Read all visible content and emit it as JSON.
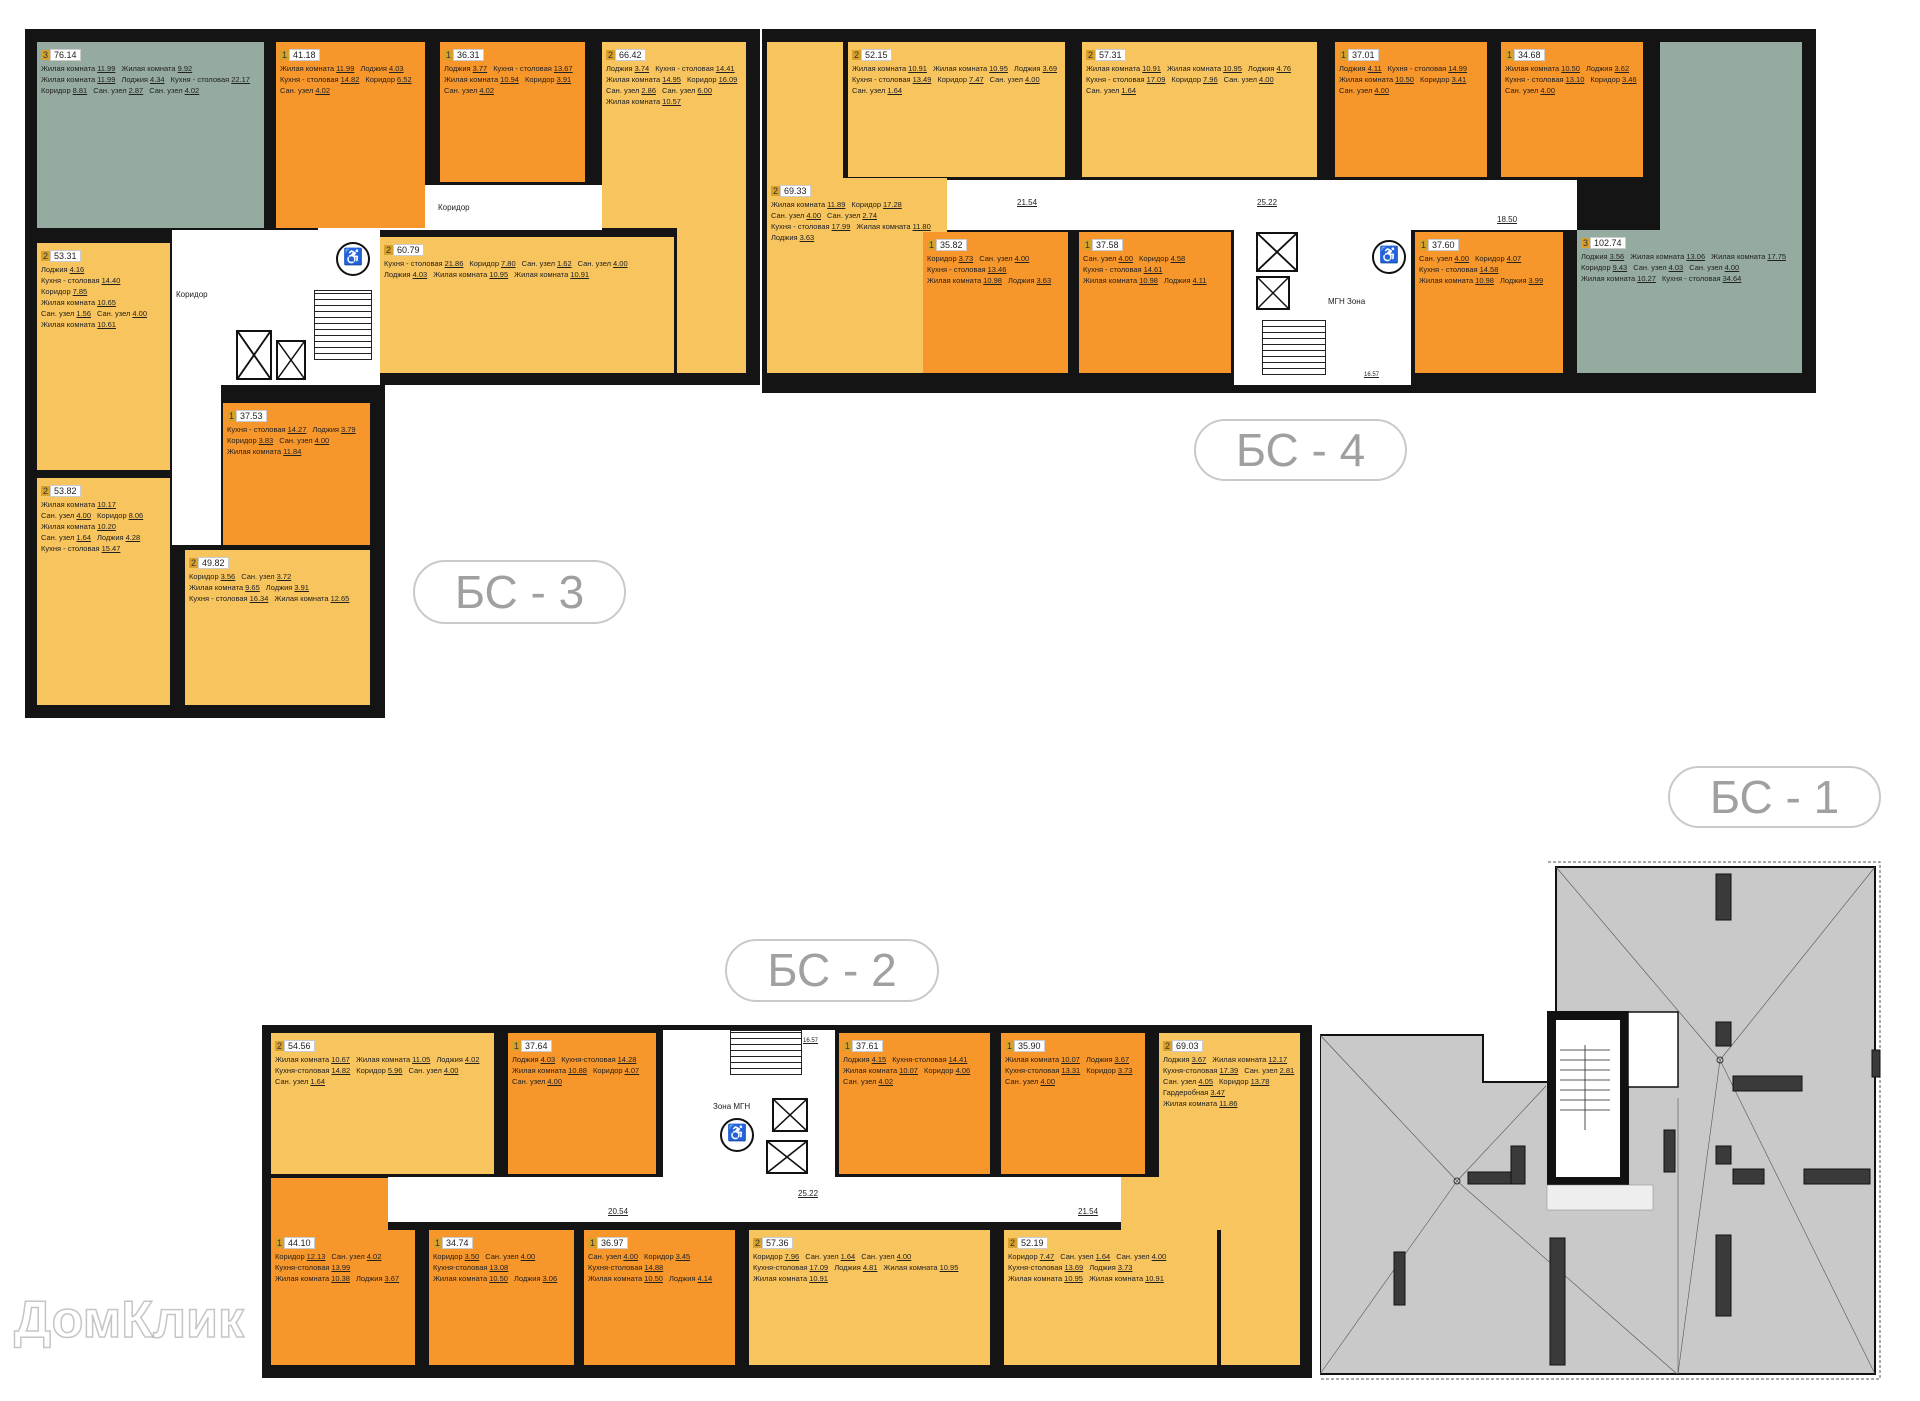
{
  "colors": {
    "1": "#f7962b",
    "2": "#f8c45e",
    "3": "#95ab9f",
    "roof": "#c9c9c9",
    "wall": "#141414"
  },
  "blocks": {
    "bs3": "БС - 3",
    "bs4": "БС - 4",
    "bs1": "БС - 1",
    "bs2": "БС - 2"
  },
  "corridors": {
    "bs3_top": "Коридор",
    "bs3_vertical": "Коридор",
    "bs4_a": "21.54",
    "bs4_b": "25.22",
    "bs4_c": "18.50",
    "bs4_stair": "16.57",
    "bs4_mgn": "МГН Зона",
    "bs2_a": "20.54",
    "bs2_b": "25.22",
    "bs2_c": "21.54",
    "bs2_stair": "16.57",
    "bs2_mgn": "Зона МГН"
  },
  "watermark": "ДомКлик",
  "apartments": [
    {
      "id": "a1",
      "rooms": 3,
      "area": "76.14",
      "list": [
        {
          "n": "Жилая комната",
          "a": "11.99"
        },
        {
          "n": "Жилая комната",
          "a": "9.92"
        },
        {
          "n": "Жилая комната",
          "a": "11.99"
        },
        {
          "n": "Лоджия",
          "a": "4.34"
        },
        {
          "n": "Кухня - столовая",
          "a": "22.17"
        },
        {
          "n": "Коридор",
          "a": "8.81"
        },
        {
          "n": "Сан. узел",
          "a": "2.87"
        },
        {
          "n": "Сан. узел",
          "a": "4.02"
        }
      ]
    },
    {
      "id": "a2",
      "rooms": 1,
      "area": "41.18",
      "list": [
        {
          "n": "Жилая комната",
          "a": "11.99"
        },
        {
          "n": "Лоджия",
          "a": "4.03"
        },
        {
          "n": "Кухня - столовая",
          "a": "14.82"
        },
        {
          "n": "Коридор",
          "a": "6.52"
        },
        {
          "n": "Сан. узел",
          "a": "4.02"
        }
      ]
    },
    {
      "id": "a3",
      "rooms": 1,
      "area": "36.31",
      "list": [
        {
          "n": "Лоджия",
          "a": "3.77"
        },
        {
          "n": "Кухня - столовая",
          "a": "13.67"
        },
        {
          "n": "Жилая комната",
          "a": "10.94"
        },
        {
          "n": "Коридор",
          "a": "3.91"
        },
        {
          "n": "Сан. узел",
          "a": "4.02"
        }
      ]
    },
    {
      "id": "a4",
      "rooms": 2,
      "area": "66.42",
      "list": [
        {
          "n": "Лоджия",
          "a": "3.74"
        },
        {
          "n": "Кухня - столовая",
          "a": "14.41"
        },
        {
          "n": "Жилая комната",
          "a": "14.95"
        },
        {
          "n": "Коридор",
          "a": "16.09"
        },
        {
          "n": "Сан. узел",
          "a": "2.86"
        },
        {
          "n": "Сан. узел",
          "a": "6.00"
        },
        {
          "n": "Жилая комната",
          "a": "10.57"
        }
      ]
    },
    {
      "id": "a5",
      "rooms": 2,
      "area": "60.79",
      "list": [
        {
          "n": "Кухня - столовая",
          "a": "21.86"
        },
        {
          "n": "Коридор",
          "a": "7.80"
        },
        {
          "n": "Сан. узел",
          "a": "1.62"
        },
        {
          "n": "Сан. узел",
          "a": "4.00"
        },
        {
          "n": "Лоджия",
          "a": "4.03"
        },
        {
          "n": "Жилая комната",
          "a": "10.95"
        },
        {
          "n": "Жилая комната",
          "a": "10.91"
        }
      ]
    },
    {
      "id": "a6",
      "rooms": 2,
      "area": "53.31",
      "list": [
        {
          "n": "Лоджия",
          "a": "4.16"
        },
        {
          "n": "Кухня - столовая",
          "a": "14.40"
        },
        {
          "n": "Коридор",
          "a": "7.85"
        },
        {
          "n": "Жилая комната",
          "a": "10.65"
        },
        {
          "n": "Сан. узел",
          "a": "1.56"
        },
        {
          "n": "Сан. узел",
          "a": "4.00"
        },
        {
          "n": "Жилая комната",
          "a": "10.61"
        }
      ]
    },
    {
      "id": "a7",
      "rooms": 2,
      "area": "53.82",
      "list": [
        {
          "n": "Жилая комната",
          "a": "10.17"
        },
        {
          "n": "Сан. узел",
          "a": "4.00"
        },
        {
          "n": "Коридор",
          "a": "8.06"
        },
        {
          "n": "Жилая комната",
          "a": "10.20"
        },
        {
          "n": "Сан. узел",
          "a": "1.64"
        },
        {
          "n": "Лоджия",
          "a": "4.28"
        },
        {
          "n": "Кухня - столовая",
          "a": "15.47"
        }
      ]
    },
    {
      "id": "a8",
      "rooms": 1,
      "area": "37.53",
      "list": [
        {
          "n": "Кухня - столовая",
          "a": "14.27"
        },
        {
          "n": "Лоджия",
          "a": "3.79"
        },
        {
          "n": "Коридор",
          "a": "3.83"
        },
        {
          "n": "Сан. узел",
          "a": "4.00"
        },
        {
          "n": "Жилая комната",
          "a": "11.84"
        }
      ]
    },
    {
      "id": "a9",
      "rooms": 2,
      "area": "49.82",
      "list": [
        {
          "n": "Коридор",
          "a": "3.56"
        },
        {
          "n": "Сан. узел",
          "a": "3.72"
        },
        {
          "n": "Жилая комната",
          "a": "9.65"
        },
        {
          "n": "Лоджия",
          "a": "3.91"
        },
        {
          "n": "Кухня - столовая",
          "a": "16.34"
        },
        {
          "n": "Жилая комната",
          "a": "12.65"
        }
      ]
    },
    {
      "id": "b1",
      "rooms": 2,
      "area": "69.33",
      "list": [
        {
          "n": "Жилая комната",
          "a": "11.89"
        },
        {
          "n": "Коридор",
          "a": "17.28"
        },
        {
          "n": "Сан. узел",
          "a": "4.00"
        },
        {
          "n": "Сан. узел",
          "a": "2.74"
        },
        {
          "n": "Кухня - столовая",
          "a": "17.99"
        },
        {
          "n": "Жилая комната",
          "a": "11.80"
        },
        {
          "n": "Лоджия",
          "a": "3.63"
        }
      ]
    },
    {
      "id": "b2",
      "rooms": 2,
      "area": "52.15",
      "list": [
        {
          "n": "Жилая комната",
          "a": "10.91"
        },
        {
          "n": "Жилая комната",
          "a": "10.95"
        },
        {
          "n": "Лоджия",
          "a": "3.69"
        },
        {
          "n": "Кухня - столовая",
          "a": "13.49"
        },
        {
          "n": "Коридор",
          "a": "7.47"
        },
        {
          "n": "Сан. узел",
          "a": "4.00"
        },
        {
          "n": "Сан. узел",
          "a": "1.64"
        }
      ]
    },
    {
      "id": "b3",
      "rooms": 2,
      "area": "57.31",
      "list": [
        {
          "n": "Жилая комната",
          "a": "10.91"
        },
        {
          "n": "Жилая комната",
          "a": "10.95"
        },
        {
          "n": "Лоджия",
          "a": "4.76"
        },
        {
          "n": "Кухня - столовая",
          "a": "17.09"
        },
        {
          "n": "Коридор",
          "a": "7.96"
        },
        {
          "n": "Сан. узел",
          "a": "4.00"
        },
        {
          "n": "Сан. узел",
          "a": "1.64"
        }
      ]
    },
    {
      "id": "b4",
      "rooms": 1,
      "area": "37.01",
      "list": [
        {
          "n": "Лоджия",
          "a": "4.11"
        },
        {
          "n": "Кухня - столовая",
          "a": "14.99"
        },
        {
          "n": "Жилая комната",
          "a": "10.50"
        },
        {
          "n": "Коридор",
          "a": "3.41"
        },
        {
          "n": "Сан. узел",
          "a": "4.00"
        }
      ]
    },
    {
      "id": "b5",
      "rooms": 1,
      "area": "34.68",
      "list": [
        {
          "n": "Жилая комната",
          "a": "10.50"
        },
        {
          "n": "Лоджия",
          "a": "3.62"
        },
        {
          "n": "Кухня - столовая",
          "a": "13.10"
        },
        {
          "n": "Коридор",
          "a": "3.46"
        },
        {
          "n": "Сан. узел",
          "a": "4.00"
        }
      ]
    },
    {
      "id": "b6",
      "rooms": 3,
      "area": "102.74",
      "list": [
        {
          "n": "Лоджия",
          "a": "3.56"
        },
        {
          "n": "Жилая комната",
          "a": "13.06"
        },
        {
          "n": "Жилая комната",
          "a": "17.75"
        },
        {
          "n": "Коридор",
          "a": "9.43"
        },
        {
          "n": "Сан. узел",
          "a": "4.03"
        },
        {
          "n": "Сан. узел",
          "a": "4.00"
        },
        {
          "n": "Жилая комната",
          "a": "10.27"
        },
        {
          "n": "Кухня - столовая",
          "a": "34.64"
        }
      ]
    },
    {
      "id": "b7",
      "rooms": 1,
      "area": "35.82",
      "list": [
        {
          "n": "Коридор",
          "a": "3.73"
        },
        {
          "n": "Сан. узел",
          "a": "4.00"
        },
        {
          "n": "Кухня - столовая",
          "a": "13.46"
        },
        {
          "n": "Жилая комната",
          "a": "10.98"
        },
        {
          "n": "Лоджия",
          "a": "3.63"
        }
      ]
    },
    {
      "id": "b8",
      "rooms": 1,
      "area": "37.58",
      "list": [
        {
          "n": "Сан. узел",
          "a": "4.00"
        },
        {
          "n": "Коридор",
          "a": "4.58"
        },
        {
          "n": "Кухня - столовая",
          "a": "14.61"
        },
        {
          "n": "Жилая комната",
          "a": "10.98"
        },
        {
          "n": "Лоджия",
          "a": "4.11"
        }
      ]
    },
    {
      "id": "b9",
      "rooms": 1,
      "area": "37.60",
      "list": [
        {
          "n": "Сан. узел",
          "a": "4.00"
        },
        {
          "n": "Коридор",
          "a": "4.07"
        },
        {
          "n": "Кухня - столовая",
          "a": "14.58"
        },
        {
          "n": "Жилая комната",
          "a": "10.98"
        },
        {
          "n": "Лоджия",
          "a": "3.99"
        }
      ]
    },
    {
      "id": "c1",
      "rooms": 2,
      "area": "54.56",
      "list": [
        {
          "n": "Жилая комната",
          "a": "10.67"
        },
        {
          "n": "Жилая комната",
          "a": "11.05"
        },
        {
          "n": "Лоджия",
          "a": "4.02"
        },
        {
          "n": "Кухня-столовая",
          "a": "14.82"
        },
        {
          "n": "Коридор",
          "a": "5.96"
        },
        {
          "n": "Сан. узел",
          "a": "4.00"
        },
        {
          "n": "Сан. узел",
          "a": "1.64"
        }
      ]
    },
    {
      "id": "c2",
      "rooms": 1,
      "area": "37.64",
      "list": [
        {
          "n": "Лоджия",
          "a": "4.03"
        },
        {
          "n": "Кухня-столовая",
          "a": "14.28"
        },
        {
          "n": "Жилая комната",
          "a": "10.88"
        },
        {
          "n": "Коридор",
          "a": "4.07"
        },
        {
          "n": "Сан. узел",
          "a": "4.00"
        }
      ]
    },
    {
      "id": "c3",
      "rooms": 1,
      "area": "37.61",
      "list": [
        {
          "n": "Лоджия",
          "a": "4.15"
        },
        {
          "n": "Кухня-столовая",
          "a": "14.41"
        },
        {
          "n": "Жилая комната",
          "a": "10.07"
        },
        {
          "n": "Коридор",
          "a": "4.06"
        },
        {
          "n": "Сан. узел",
          "a": "4.02"
        }
      ]
    },
    {
      "id": "c4",
      "rooms": 1,
      "area": "35.90",
      "list": [
        {
          "n": "Жилая комната",
          "a": "10.07"
        },
        {
          "n": "Лоджия",
          "a": "3.67"
        },
        {
          "n": "Кухня-столовая",
          "a": "13.31"
        },
        {
          "n": "Коридор",
          "a": "3.73"
        },
        {
          "n": "Сан. узел",
          "a": "4.00"
        }
      ]
    },
    {
      "id": "c5",
      "rooms": 2,
      "area": "69.03",
      "list": [
        {
          "n": "Лоджия",
          "a": "3.67"
        },
        {
          "n": "Жилая комната",
          "a": "12.17"
        },
        {
          "n": "Кухня-столовая",
          "a": "17.39"
        },
        {
          "n": "Сан. узел",
          "a": "2.81"
        },
        {
          "n": "Сан. узел",
          "a": "4.05"
        },
        {
          "n": "Коридор",
          "a": "13.78"
        },
        {
          "n": "Гардеробная",
          "a": "3.47"
        },
        {
          "n": "Жилая комната",
          "a": "11.86"
        }
      ]
    },
    {
      "id": "c7",
      "rooms": 1,
      "area": "44.10",
      "list": [
        {
          "n": "Коридор",
          "a": "12.13"
        },
        {
          "n": "Сан. узел",
          "a": "4.02"
        },
        {
          "n": "Кухня-столовая",
          "a": "13.99"
        },
        {
          "n": "Жилая комната",
          "a": "10.38"
        },
        {
          "n": "Лоджия",
          "a": "3.67"
        }
      ]
    },
    {
      "id": "c8",
      "rooms": 1,
      "area": "34.74",
      "list": [
        {
          "n": "Коридор",
          "a": "3.50"
        },
        {
          "n": "Сан. узел",
          "a": "4.00"
        },
        {
          "n": "Кухня-столовая",
          "a": "13.08"
        },
        {
          "n": "Жилая комната",
          "a": "10.50"
        },
        {
          "n": "Лоджия",
          "a": "3.06"
        }
      ]
    },
    {
      "id": "c9",
      "rooms": 1,
      "area": "36.97",
      "list": [
        {
          "n": "Сан. узел",
          "a": "4.00"
        },
        {
          "n": "Коридор",
          "a": "3.45"
        },
        {
          "n": "Кухня-столовая",
          "a": "14.88"
        },
        {
          "n": "Жилая комната",
          "a": "10.50"
        },
        {
          "n": "Лоджия",
          "a": "4.14"
        }
      ]
    },
    {
      "id": "c10",
      "rooms": 2,
      "area": "57.36",
      "list": [
        {
          "n": "Коридор",
          "a": "7.96"
        },
        {
          "n": "Сан. узел",
          "a": "1.64"
        },
        {
          "n": "Сан. узел",
          "a": "4.00"
        },
        {
          "n": "Кухня-столовая",
          "a": "17.09"
        },
        {
          "n": "Лоджия",
          "a": "4.81"
        },
        {
          "n": "Жилая комната",
          "a": "10.95"
        },
        {
          "n": "Жилая комната",
          "a": "10.91"
        }
      ]
    },
    {
      "id": "c11",
      "rooms": 2,
      "area": "52.19",
      "list": [
        {
          "n": "Коридор",
          "a": "7.47"
        },
        {
          "n": "Сан. узел",
          "a": "1.64"
        },
        {
          "n": "Сан. узел",
          "a": "4.00"
        },
        {
          "n": "Кухня-столовая",
          "a": "13.69"
        },
        {
          "n": "Лоджия",
          "a": "3.73"
        },
        {
          "n": "Жилая комната",
          "a": "10.95"
        },
        {
          "n": "Жилая комната",
          "a": "10.91"
        }
      ]
    }
  ]
}
